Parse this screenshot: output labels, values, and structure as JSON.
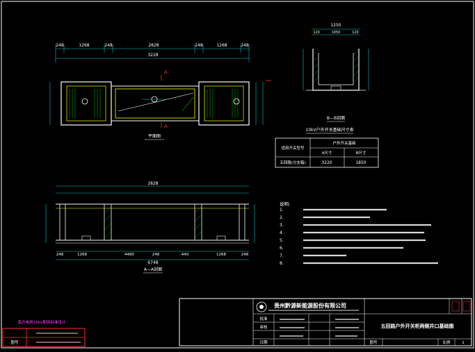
{
  "colors": {
    "background": "#000000",
    "line": "#ffffff",
    "dimension": "#00c8c8",
    "note": "#ffff00",
    "hatch": "#00c800",
    "accent_red": "#ff3030",
    "accent_magenta": "#ff40ff",
    "title_block": "#ffffff"
  },
  "plan_view": {
    "top_dims": [
      "248",
      "1268",
      "248",
      "2828",
      "248",
      "1268",
      "248"
    ],
    "total_dim": "3228",
    "section_mark": "A",
    "caption": "平面图"
  },
  "section_bb": {
    "top_dims": [
      "1250",
      "120",
      "1050",
      "120"
    ],
    "caption": "B—B剖面",
    "mark": "B"
  },
  "legend_caption": "10kV户外开关基础尺寸表",
  "dimension_table": {
    "headers": [
      "适用开关型号",
      "户外开关基础"
    ],
    "subheaders": [
      "",
      "A尺寸",
      "B尺寸"
    ],
    "rows": [
      [
        "五回路(分支箱)",
        "3220",
        "1850"
      ]
    ]
  },
  "section_aa": {
    "top_dim": "2828",
    "bottom_dims": [
      "248",
      "1268",
      "4480",
      "248",
      "440",
      "1268",
      "248"
    ],
    "total_dim": "6748",
    "caption": "A—A剖面"
  },
  "notes": {
    "heading": "说明:",
    "items": [
      "1.",
      "2.",
      "3.",
      "4.",
      "5.",
      "6.",
      "7.",
      "8."
    ]
  },
  "title_block": {
    "company": "贵州黔源新能源股份有限公司",
    "drawing_title": "五回路户外开关柜两侧井口基础图",
    "row_labels": [
      "批准",
      "审核",
      "日期"
    ],
    "field_labels": [
      "比例",
      "图号"
    ],
    "sheet": "1"
  },
  "stamp": {
    "title": "南方电网10kV配网标准设计",
    "rows": [
      [
        "",
        ""
      ],
      [
        "图号",
        ""
      ]
    ]
  }
}
